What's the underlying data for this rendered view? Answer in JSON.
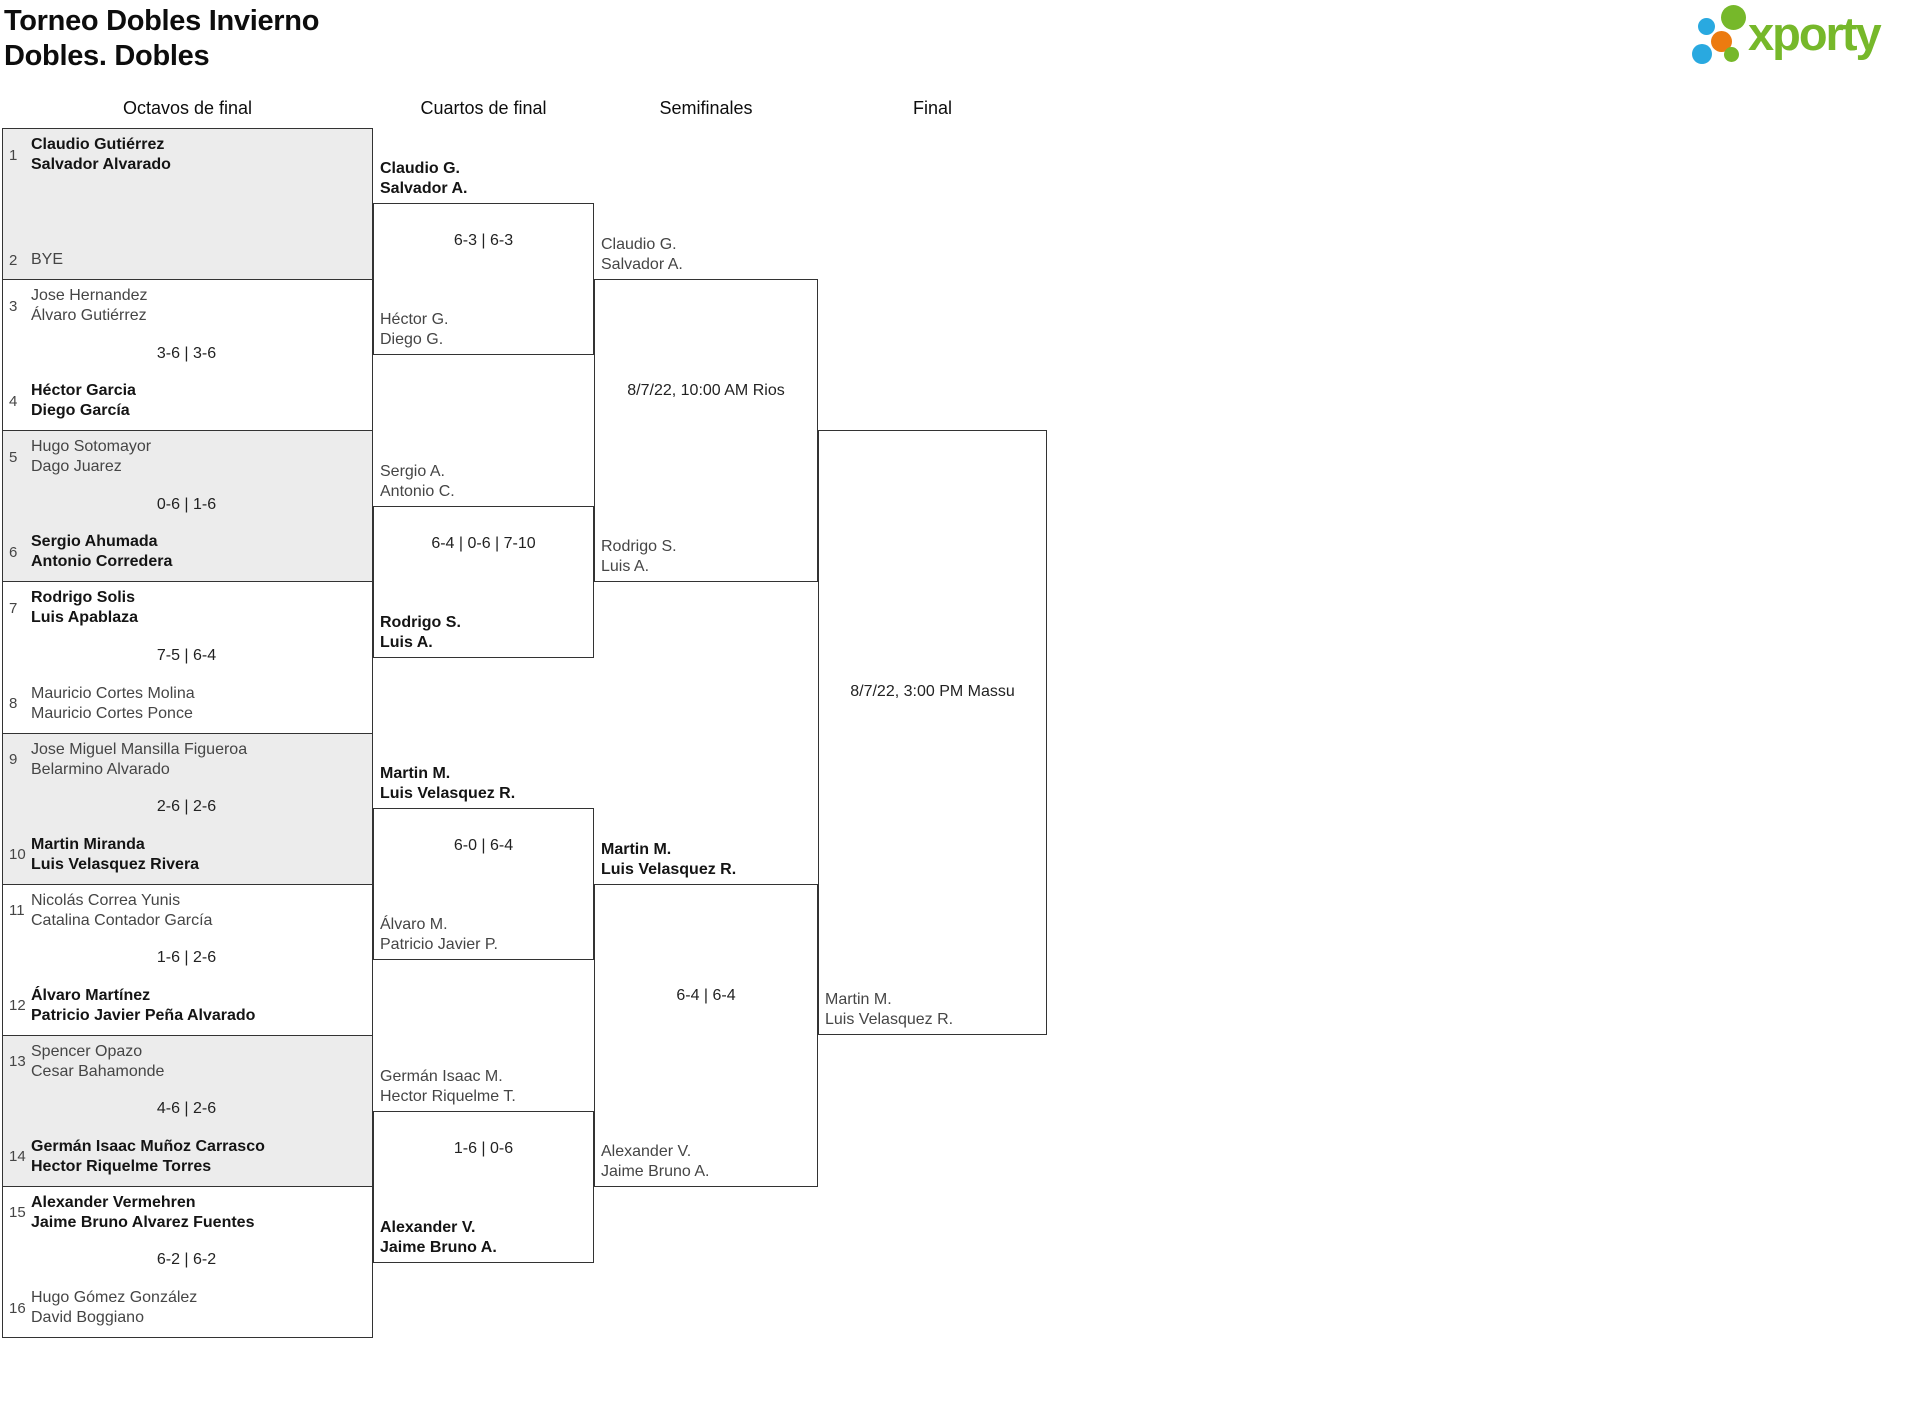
{
  "header": {
    "title_line1": "Torneo Dobles Invierno",
    "title_line2": "Dobles. Dobles"
  },
  "logo": {
    "text": "xporty"
  },
  "rounds": {
    "r16": "Octavos de final",
    "qf": "Cuartos de final",
    "sf": "Semifinales",
    "f": "Final"
  },
  "colors": {
    "green": "#76b82a",
    "blue": "#29a9e0",
    "orange": "#ec7b10",
    "box_gray": "#ececec",
    "border": "#333333"
  },
  "octavos": [
    {
      "top_seed": "1",
      "top1": "Claudio Gutiérrez",
      "top2": "Salvador Alvarado",
      "score": "",
      "bottom_seed": "2",
      "bot1": "BYE",
      "bot2": ""
    },
    {
      "top_seed": "3",
      "top1": "Jose Hernandez",
      "top2": "Álvaro Gutiérrez",
      "score": "3-6 | 3-6",
      "bottom_seed": "4",
      "bot1": "Héctor Garcia",
      "bot2": "Diego García"
    },
    {
      "top_seed": "5",
      "top1": "Hugo Sotomayor",
      "top2": "Dago Juarez",
      "score": "0-6 | 1-6",
      "bottom_seed": "6",
      "bot1": "Sergio Ahumada",
      "bot2": "Antonio Corredera"
    },
    {
      "top_seed": "7",
      "top1": "Rodrigo Solis",
      "top2": "Luis Apablaza",
      "score": "7-5 | 6-4",
      "bottom_seed": "8",
      "bot1": "Mauricio Cortes Molina",
      "bot2": "Mauricio Cortes Ponce"
    },
    {
      "top_seed": "9",
      "top1": "Jose Miguel Mansilla Figueroa",
      "top2": "Belarmino Alvarado",
      "score": "2-6 | 2-6",
      "bottom_seed": "10",
      "bot1": "Martin Miranda",
      "bot2": "Luis Velasquez Rivera"
    },
    {
      "top_seed": "11",
      "top1": "Nicolás Correa Yunis",
      "top2": "Catalina Contador García",
      "score": "1-6 | 2-6",
      "bottom_seed": "12",
      "bot1": "Álvaro Martínez",
      "bot2": "Patricio Javier Peña Alvarado"
    },
    {
      "top_seed": "13",
      "top1": "Spencer Opazo",
      "top2": "Cesar Bahamonde",
      "score": "4-6 | 2-6",
      "bottom_seed": "14",
      "bot1": "Germán Isaac Muñoz Carrasco",
      "bot2": "Hector Riquelme Torres"
    },
    {
      "top_seed": "15",
      "top1": "Alexander Vermehren",
      "top2": "Jaime Bruno Alvarez Fuentes",
      "score": "6-2 | 6-2",
      "bottom_seed": "16",
      "bot1": "Hugo Gómez González",
      "bot2": "David Boggiano"
    }
  ],
  "cuartos": [
    {
      "top1": "Claudio G.",
      "top2": "Salvador A.",
      "score": "6-3 | 6-3",
      "bot1": "Héctor G.",
      "bot2": "Diego G."
    },
    {
      "top1": "Sergio A.",
      "top2": "Antonio C.",
      "score": "6-4 | 0-6 | 7-10",
      "bot1": "Rodrigo S.",
      "bot2": "Luis A."
    },
    {
      "top1": "Martin M.",
      "top2": "Luis Velasquez R.",
      "score": "6-0 | 6-4",
      "bot1": "Álvaro M.",
      "bot2": "Patricio Javier P."
    },
    {
      "top1": "Germán Isaac M.",
      "top2": "Hector Riquelme T.",
      "score": "1-6 | 0-6",
      "bot1": "Alexander V.",
      "bot2": "Jaime Bruno A."
    }
  ],
  "semifinales": [
    {
      "top1": "Claudio G.",
      "top2": "Salvador A.",
      "info": "8/7/22, 10:00 AM Rios",
      "bot1": "Rodrigo S.",
      "bot2": "Luis A."
    },
    {
      "top1": "Martin M.",
      "top2": "Luis Velasquez R.",
      "score": "6-4 | 6-4",
      "bot1": "Alexander V.",
      "bot2": "Jaime Bruno A."
    }
  ],
  "final": {
    "info": "8/7/22, 3:00 PM Massu",
    "bot1": "Martin M.",
    "bot2": "Luis Velasquez R."
  }
}
